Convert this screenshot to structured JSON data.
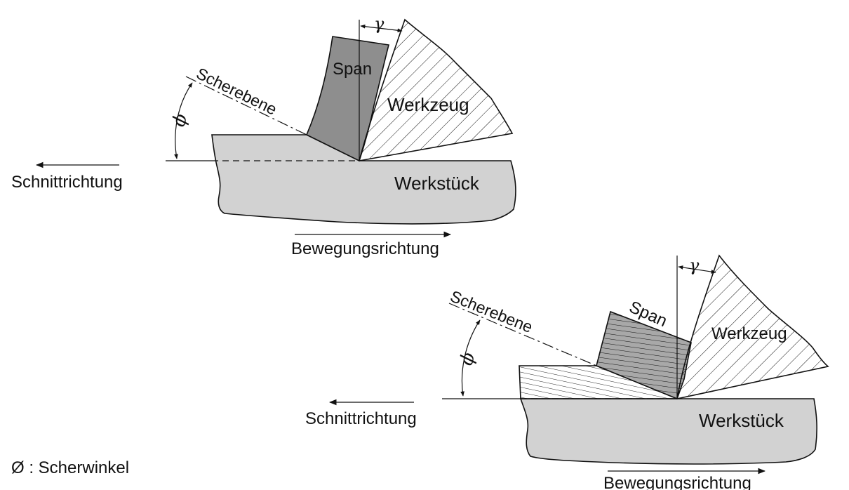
{
  "diagram_top": {
    "chip_label": "Span",
    "tool_label": "Werkzeug",
    "workpiece_label": "Werkstück",
    "shear_plane_label": "Scherebene",
    "cut_direction_label": "Schnittrichtung",
    "motion_direction_label": "Bewegungsrichtung",
    "rake_angle_symbol": "γ",
    "shear_angle_symbol": "ϕ"
  },
  "diagram_bottom": {
    "chip_label": "Span",
    "tool_label": "Werkzeug",
    "workpiece_label": "Werkstück",
    "shear_plane_label": "Scherebene",
    "cut_direction_label": "Schnittrichtung",
    "motion_direction_label": "Bewegungsrichtung",
    "rake_angle_symbol": "γ",
    "shear_angle_symbol": "ϕ"
  },
  "legend": {
    "text": "Ø : Scherwinkel"
  },
  "colors": {
    "workpiece_fill": "#d2d2d2",
    "chip_fill": "#8e8e8e",
    "chip_bottom_fill": "#a8a8a8",
    "line": "#111111"
  }
}
